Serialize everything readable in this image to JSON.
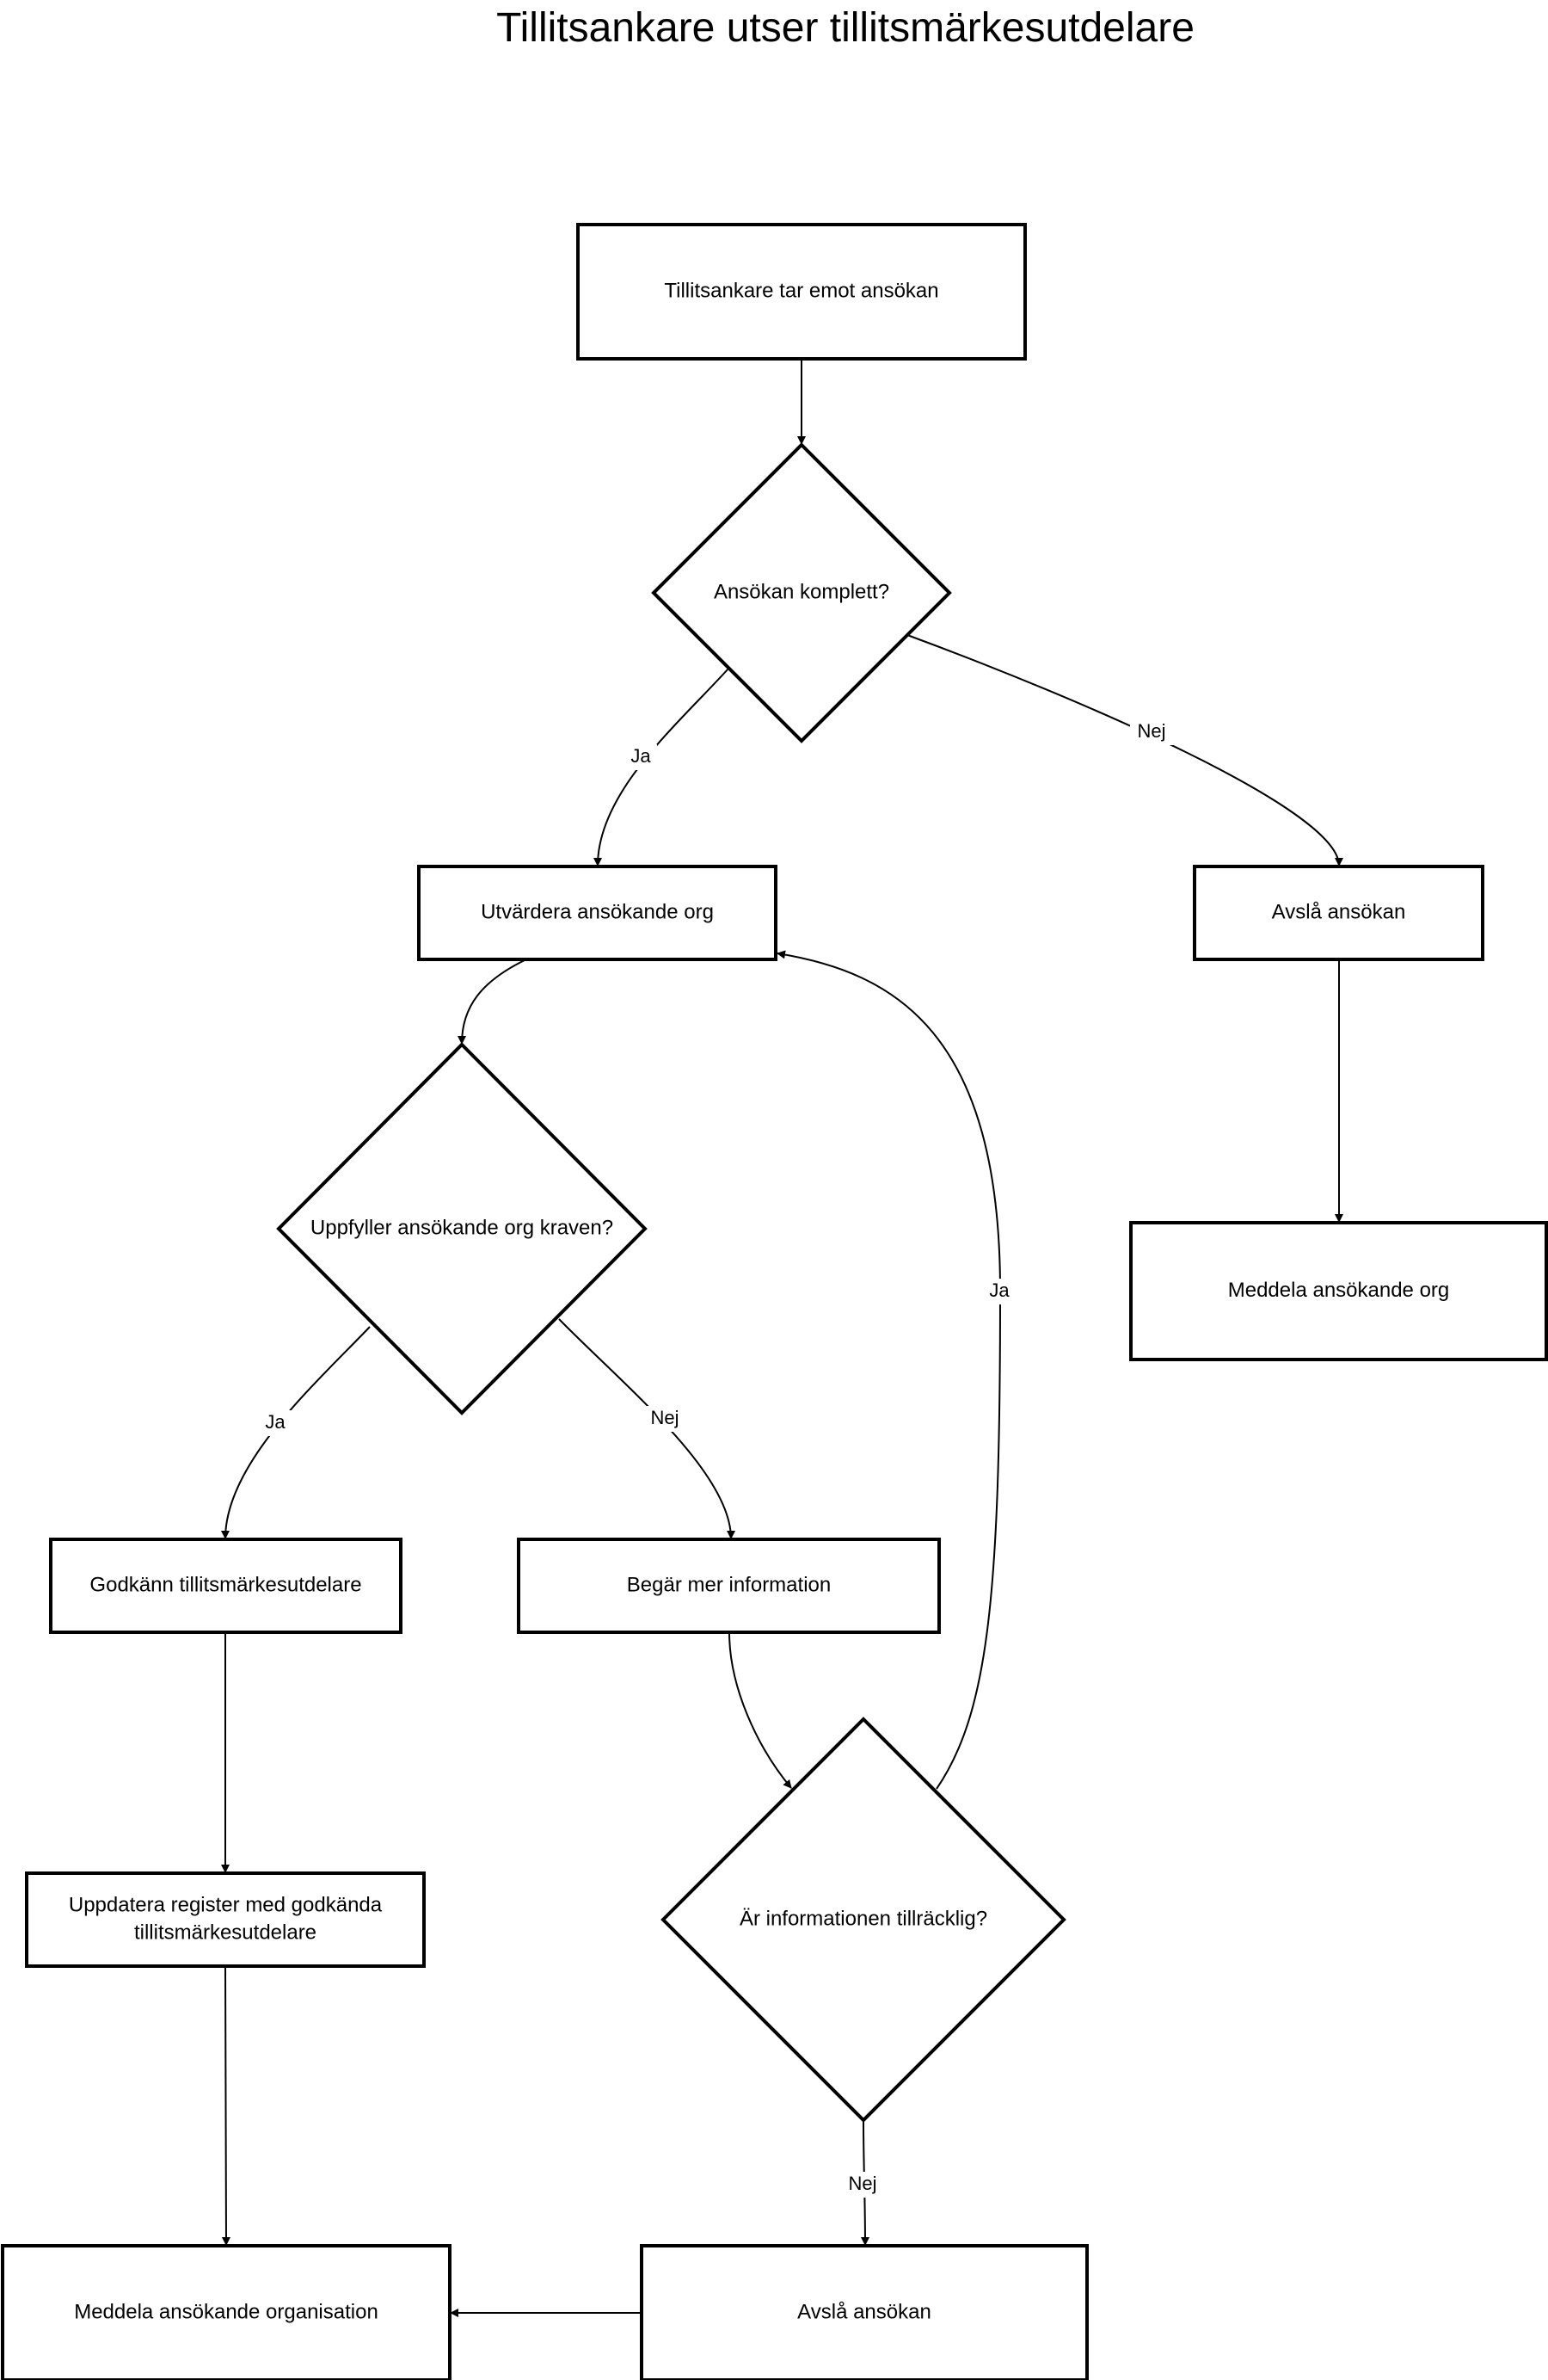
{
  "title": "Tillitsankare utser tillitsmärkesutdelare",
  "nodes": {
    "receive": {
      "shape": "rect",
      "lines": [
        "Tillitsankare tar emot ansökan"
      ]
    },
    "complete": {
      "shape": "diamond",
      "lines": [
        "Ansökan komplett?"
      ]
    },
    "evaluate": {
      "shape": "rect",
      "lines": [
        "Utvärdera ansökande org"
      ]
    },
    "reject_top": {
      "shape": "rect",
      "lines": [
        "Avslå ansökan"
      ]
    },
    "notify_org": {
      "shape": "rect",
      "lines": [
        "Meddela ansökande org"
      ]
    },
    "requirements": {
      "shape": "diamond",
      "lines": [
        "Uppfyller ansökande org kraven?"
      ]
    },
    "approve": {
      "shape": "rect",
      "lines": [
        "Godkänn tillitsmärkesutdelare"
      ]
    },
    "request_info": {
      "shape": "rect",
      "lines": [
        "Begär mer information"
      ]
    },
    "update_register": {
      "shape": "rect",
      "lines": [
        "Uppdatera register med godkända",
        "tillitsmärkesutdelare"
      ]
    },
    "info_enough": {
      "shape": "diamond",
      "lines": [
        "Är informationen tillräcklig?"
      ]
    },
    "notify_organisation": {
      "shape": "rect",
      "lines": [
        "Meddela ansökande organisation"
      ]
    },
    "reject_bottom": {
      "shape": "rect",
      "lines": [
        "Avslå ansökan"
      ]
    }
  },
  "edges": [
    {
      "id": "e1",
      "from": "receive",
      "to": "complete",
      "label": ""
    },
    {
      "id": "e2",
      "from": "complete",
      "to": "evaluate",
      "label": "Ja"
    },
    {
      "id": "e3",
      "from": "complete",
      "to": "reject_top",
      "label": "Nej"
    },
    {
      "id": "e4",
      "from": "reject_top",
      "to": "notify_org",
      "label": ""
    },
    {
      "id": "e5",
      "from": "evaluate",
      "to": "requirements",
      "label": ""
    },
    {
      "id": "e6",
      "from": "requirements",
      "to": "approve",
      "label": "Ja"
    },
    {
      "id": "e7",
      "from": "requirements",
      "to": "request_info",
      "label": "Nej"
    },
    {
      "id": "e8",
      "from": "approve",
      "to": "update_register",
      "label": ""
    },
    {
      "id": "e9",
      "from": "update_register",
      "to": "notify_organisation",
      "label": ""
    },
    {
      "id": "e10",
      "from": "request_info",
      "to": "info_enough",
      "label": ""
    },
    {
      "id": "e11",
      "from": "info_enough",
      "to": "evaluate",
      "label": "Ja"
    },
    {
      "id": "e12",
      "from": "info_enough",
      "to": "reject_bottom",
      "label": "Nej"
    },
    {
      "id": "e13",
      "from": "reject_bottom",
      "to": "notify_organisation",
      "label": ""
    }
  ]
}
